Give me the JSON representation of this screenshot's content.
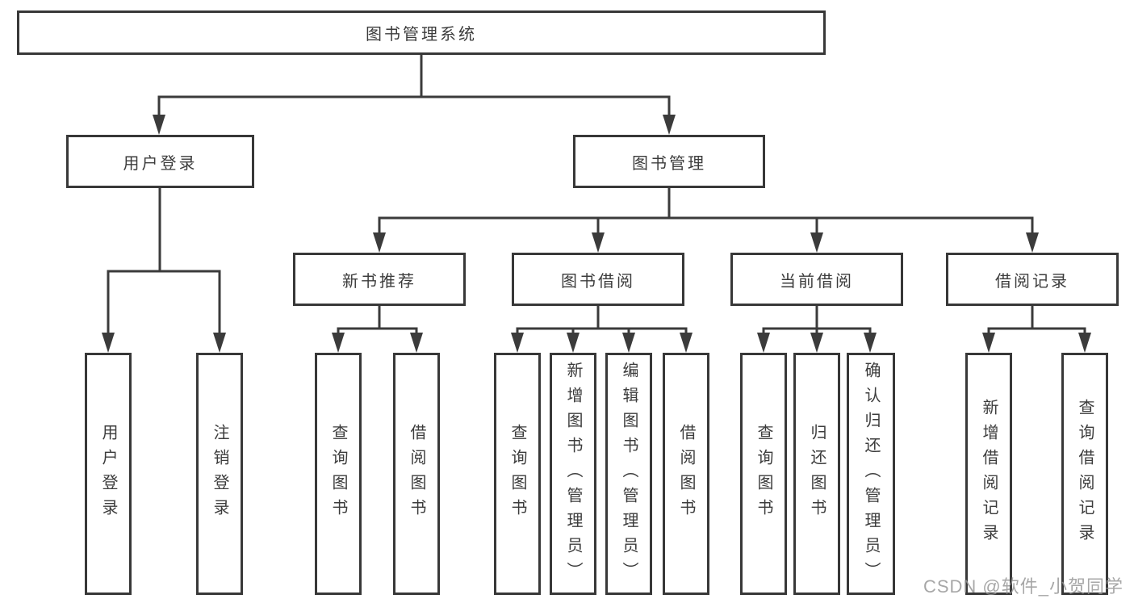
{
  "title": "图书管理系统",
  "watermark": "CSDN @软件_小贺同学",
  "colors": {
    "line": "#3b3b3b",
    "box_border": "#383838",
    "text": "#3c3c3c",
    "watermark": "#949494",
    "background": "#ffffff"
  },
  "tree": {
    "root": "图书管理系统",
    "branches": [
      {
        "label": "用户登录",
        "children": [
          "用户登录",
          "注销登录"
        ]
      },
      {
        "label": "图书管理",
        "children": [
          {
            "label": "新书推荐",
            "children": [
              "查询图书",
              "借阅图书"
            ]
          },
          {
            "label": "图书借阅",
            "children": [
              "查询图书",
              "新增图书（管理员）",
              "编辑图书（管理员）",
              "借阅图书"
            ]
          },
          {
            "label": "当前借阅",
            "children": [
              "查询图书",
              "归还图书",
              "确认归还（管理员）"
            ]
          },
          {
            "label": "借阅记录",
            "children": [
              "新增借阅记录",
              "查询借阅记录"
            ]
          }
        ]
      }
    ]
  }
}
